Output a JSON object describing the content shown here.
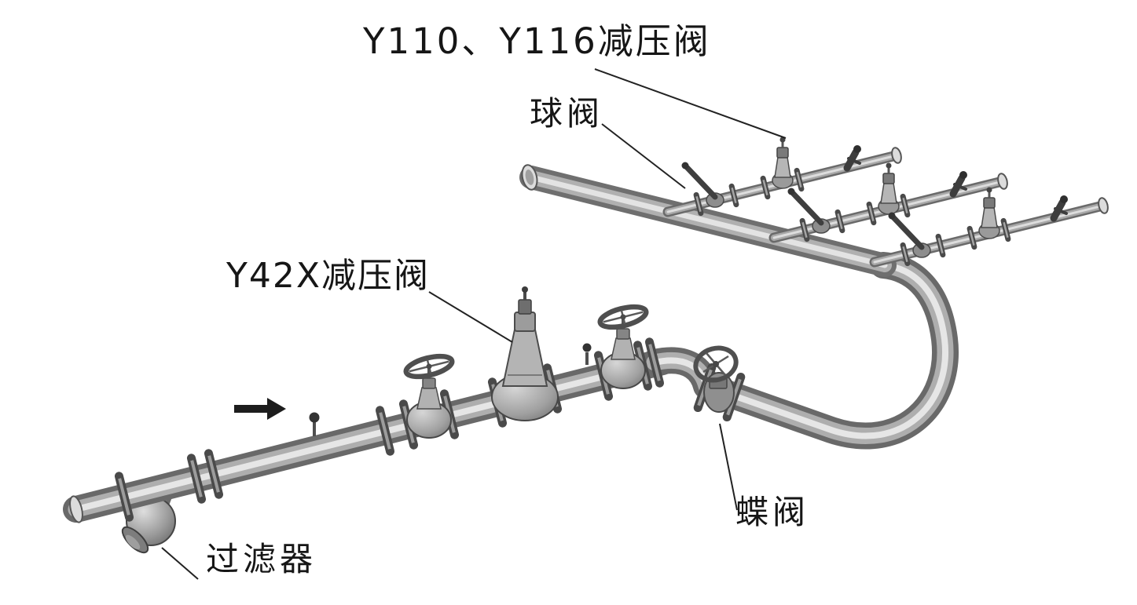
{
  "labels": {
    "y110_y116_valve": "Y110、Y116减压阀",
    "ball_valve": "球阀",
    "y42x_valve": "Y42X减压阀",
    "butterfly_valve": "蝶阀",
    "strainer": "过滤器"
  },
  "icons": {
    "flow_arrow": "right-arrow"
  },
  "colors": {
    "background": "#ffffff",
    "text": "#161616",
    "pipe_dark": "#696969",
    "pipe_mid": "#aeaeae",
    "pipe_highlight": "#e6e6e6",
    "leader_line": "#222222"
  }
}
